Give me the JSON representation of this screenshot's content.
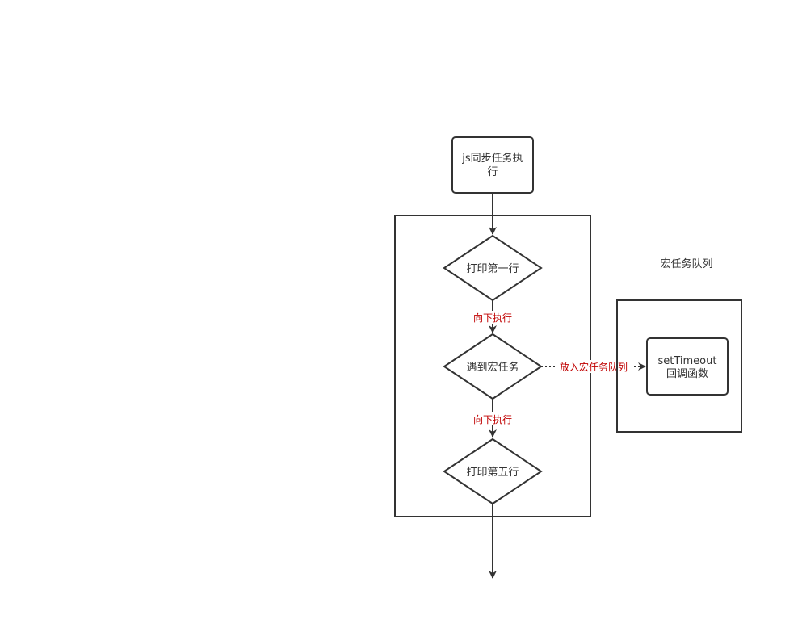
{
  "nodes": {
    "start": {
      "line1": "js同步任务执",
      "line2": "行"
    },
    "print_first": {
      "label": "打印第一行"
    },
    "meet_macro": {
      "label": "遇到宏任务"
    },
    "print_fifth": {
      "label": "打印第五行"
    },
    "callback": {
      "line1": "setTimeout",
      "line2": "回调函数"
    }
  },
  "queue_title": "宏任务队列",
  "edges": {
    "down1": "向下执行",
    "down2": "向下执行",
    "to_queue": "放入宏任务队列"
  },
  "colors": {
    "stroke": "#333333",
    "edge_label": "#c00000",
    "background": "#ffffff"
  }
}
